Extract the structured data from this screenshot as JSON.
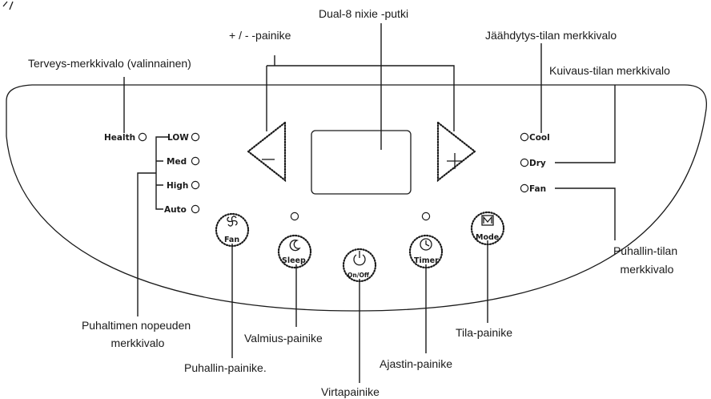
{
  "callouts": {
    "display_tube": "Dual-8 nixie -putki",
    "plus_minus_button": "+ / - -painike",
    "cooling_indicator": "Jäähdytys-tilan merkkivalo",
    "drying_indicator": "Kuivaus-tilan merkkivalo",
    "health_indicator": "Terveys-merkkivalo (valinnainen)",
    "fan_mode_indicator_line1": "Puhallin-tilan",
    "fan_mode_indicator_line2": "merkkivalo",
    "fan_speed_indicator_line1": "Puhaltimen nopeuden",
    "fan_speed_indicator_line2": "merkkivalo",
    "standby_button": "Valmius-painike",
    "mode_button": "Tila-painike",
    "fan_button": "Puhallin-painike.",
    "timer_button": "Ajastin-painike",
    "power_button": "Virtapainike"
  },
  "panel": {
    "health": "Health",
    "speeds": [
      "LOW",
      "Med",
      "High",
      "Auto"
    ],
    "modes": [
      "Cool",
      "Dry",
      "Fan"
    ],
    "buttons": {
      "fan": "Fan",
      "sleep": "Sleep",
      "power": "On/Off",
      "timer": "Timer",
      "mode": "Mode"
    }
  }
}
